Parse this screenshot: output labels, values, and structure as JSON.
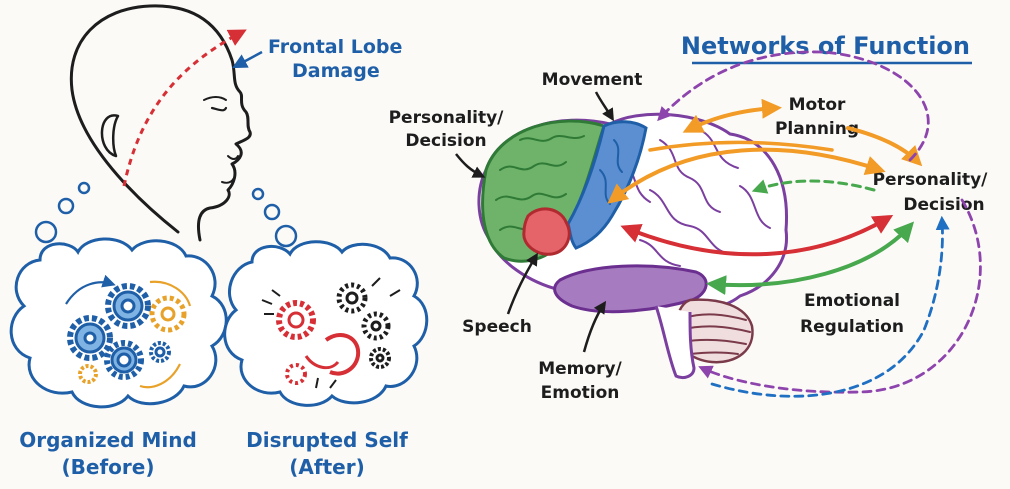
{
  "left_panel": {
    "annotation": [
      "Frontal Lobe",
      "Damage"
    ],
    "before_caption": [
      "Organized Mind",
      "(Before)"
    ],
    "after_caption": [
      "Disrupted Self",
      "(After)"
    ]
  },
  "right_panel": {
    "title": "Networks of Function",
    "brain_labels": {
      "personality_left": [
        "Personality/",
        "Decision"
      ],
      "movement": "Movement",
      "speech": "Speech",
      "memory": [
        "Memory/",
        "Emotion"
      ]
    },
    "network_labels": {
      "motor_planning": [
        "Motor",
        "Planning"
      ],
      "personality_right": [
        "Personality/",
        "Decision"
      ],
      "emotional_regulation": [
        "Emotional",
        "Regulation"
      ]
    }
  },
  "colors": {
    "accent_blue": "#1f5fa8",
    "damage_red": "#d62f35",
    "prefrontal_green": "#6fb36a",
    "motor_blue": "#5b8fd1",
    "broca_red": "#e4646a",
    "temporal_purple": "#9a6bb2",
    "arrow_orange": "#f29b26",
    "arrow_green": "#48a84e",
    "arrow_purple": "#8e44ad",
    "arrow_blue": "#1f6fc2"
  }
}
